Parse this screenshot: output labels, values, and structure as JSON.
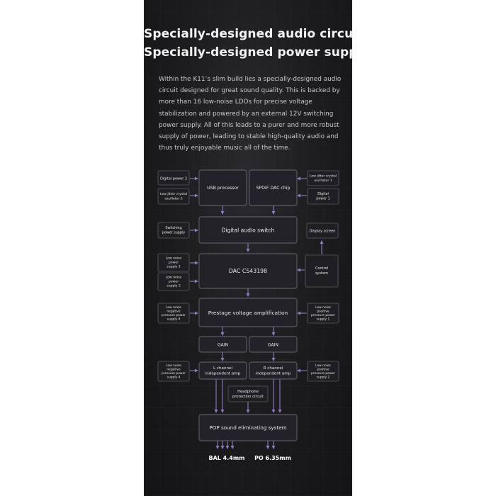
{
  "heading": {
    "line1": "Specially-designed audio circuit",
    "line2": "Specially-designed power supply"
  },
  "intro": "Within the K11’s slim build lies a specially-designed audio circuit designed for great sound quality. This is backed by more than 16 low-noise LDOs for precise voltage stabilization and powered by an external 12V switching power supply. All of this leads to a purer and more robust supply of power, leading to stable high-quality audio and thus truly enjoyable music all of the time.",
  "diagram": {
    "digital_power_2": "Digital power 2",
    "low_jitter_osc_2": [
      "Low jitter crystal",
      "oscillator 2"
    ],
    "usb_processor": "USB processor",
    "spdif_dac_chip": "SPDIF DAC chip",
    "low_jitter_osc_1": [
      "Low jitter crystal",
      "oscillator 1"
    ],
    "digital_power_1": [
      "Digital",
      "power 1"
    ],
    "switching_power_supply": [
      "Switching",
      "power supply"
    ],
    "digital_audio_switch": "Digital audio switch",
    "display_screen": "Display screen",
    "low_noise_power_supply_1": [
      "Low noise",
      "power",
      "supply 1"
    ],
    "low_noise_power_supply_2": [
      "Low noise",
      "power",
      "supply 2"
    ],
    "dac": "DAC CS43198",
    "control_system": [
      "Control",
      "system"
    ],
    "low_noise_negative_4_left": [
      "Low noise",
      "negative",
      "pressure power",
      "supply 4"
    ],
    "prestage": "Prestage voltage amplification",
    "low_noise_positive_1": [
      "Low noise",
      "positive",
      "pressure power",
      "supply 1"
    ],
    "gain_left": "GAIN",
    "gain_right": "GAIN",
    "low_noise_negative_4_right": [
      "Low noise",
      "negative",
      "pressure power",
      "supply 4"
    ],
    "l_channel": [
      "L channel",
      "independent amp"
    ],
    "r_channel": [
      "R channel",
      "independent amp"
    ],
    "low_noise_positive_2": [
      "Low noise",
      "positive",
      "pressure power",
      "supply 2"
    ],
    "headphone_protection": [
      "Headphone",
      "protection circuit"
    ],
    "pop_system": "POP sound eliminating system",
    "output_bal": "BAL 4.4mm",
    "output_po": "PO 6.35mm"
  },
  "colors": {
    "panel": "#1b1b1e",
    "connector": "#8f78c4",
    "box_stroke": "#5d5964"
  }
}
